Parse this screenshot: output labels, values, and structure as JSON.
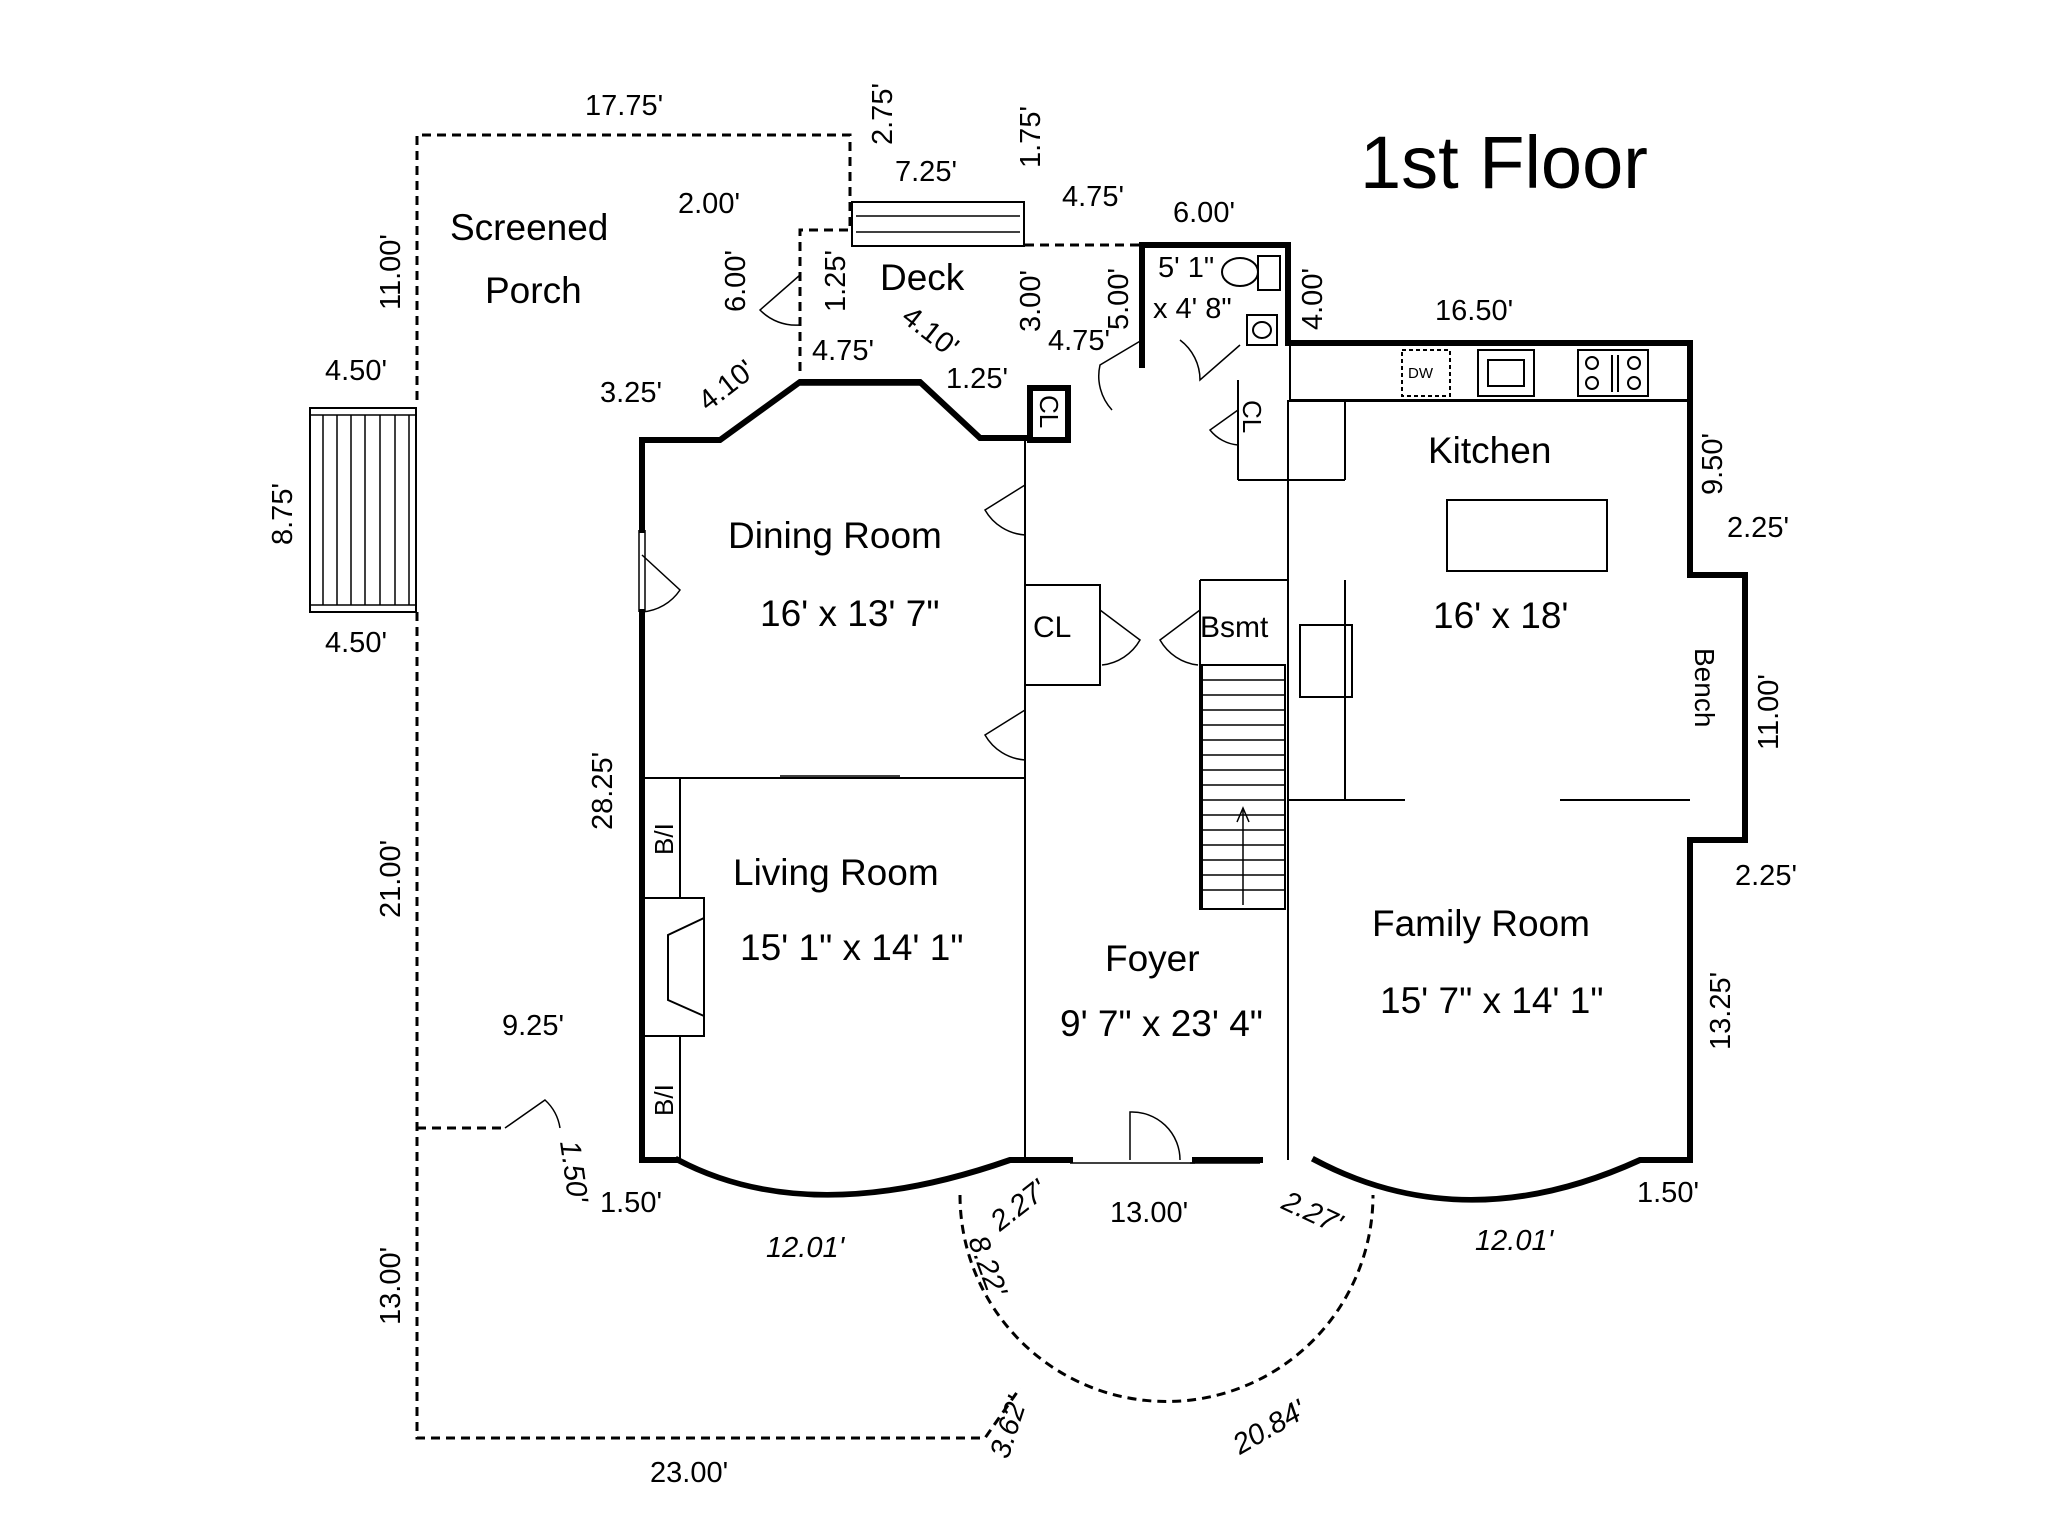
{
  "title": "1st Floor",
  "rooms": {
    "screened_porch": {
      "line1": "Screened",
      "line2": "Porch"
    },
    "deck": {
      "name": "Deck"
    },
    "bath": {
      "dim1": "5' 1\"",
      "dim2": "x 4' 8\""
    },
    "dining": {
      "name": "Dining Room",
      "size": "16' x 13' 7\""
    },
    "kitchen": {
      "name": "Kitchen",
      "size": "16' x 18'"
    },
    "living": {
      "name": "Living Room",
      "size": "15' 1\" x 14' 1\""
    },
    "foyer": {
      "name": "Foyer",
      "size": "9' 7\" x 23' 4\""
    },
    "family": {
      "name": "Family Room",
      "size": "15' 7\" x 14' 1\""
    }
  },
  "labels": {
    "cl_top": "CL",
    "cl_right": "CL",
    "cl_mid": "CL",
    "bsmt": "Bsmt",
    "bench": "Bench",
    "bi_top": "B/I",
    "bi_bottom": "B/I",
    "dw": "DW"
  },
  "dimensions": {
    "d_17_75": "17.75'",
    "d_2_75": "2.75'",
    "d_1_75": "1.75'",
    "d_7_25": "7.25'",
    "d_4_75_top": "4.75'",
    "d_6_00_top": "6.00'",
    "d_2_00": "2.00'",
    "d_11_00_left": "11.00'",
    "d_6_00_side": "6.00'",
    "d_1_25_side": "1.25'",
    "d_3_00": "3.00'",
    "d_5_00": "5.00'",
    "d_4_00": "4.00'",
    "d_16_50": "16.50'",
    "d_4_50_top": "4.50'",
    "d_3_25": "3.25'",
    "d_4_10_left": "4.10'",
    "d_4_75_mid": "4.75'",
    "d_4_10_right": "4.10'",
    "d_4_75_right": "4.75'",
    "d_1_25_mid": "1.25'",
    "d_8_75": "8.75'",
    "d_4_50_bottom": "4.50'",
    "d_9_50": "9.50'",
    "d_2_25_top": "2.25'",
    "d_11_00_right": "11.00'",
    "d_28_25": "28.25'",
    "d_2_25_bottom": "2.25'",
    "d_21_00": "21.00'",
    "d_13_25": "13.25'",
    "d_9_25": "9.25'",
    "d_1_50_door": "1.50'",
    "d_1_50_left": "1.50'",
    "d_12_01_left": "12.01'",
    "d_2_27_left": "2.27'",
    "d_13_00_mid": "13.00'",
    "d_2_27_right": "2.27'",
    "d_12_01_right": "12.01'",
    "d_1_50_right": "1.50'",
    "d_8_22": "8.22'",
    "d_13_00_left": "13.00'",
    "d_3_62": "3.62'",
    "d_20_84": "20.84'",
    "d_23_00": "23.00'"
  }
}
